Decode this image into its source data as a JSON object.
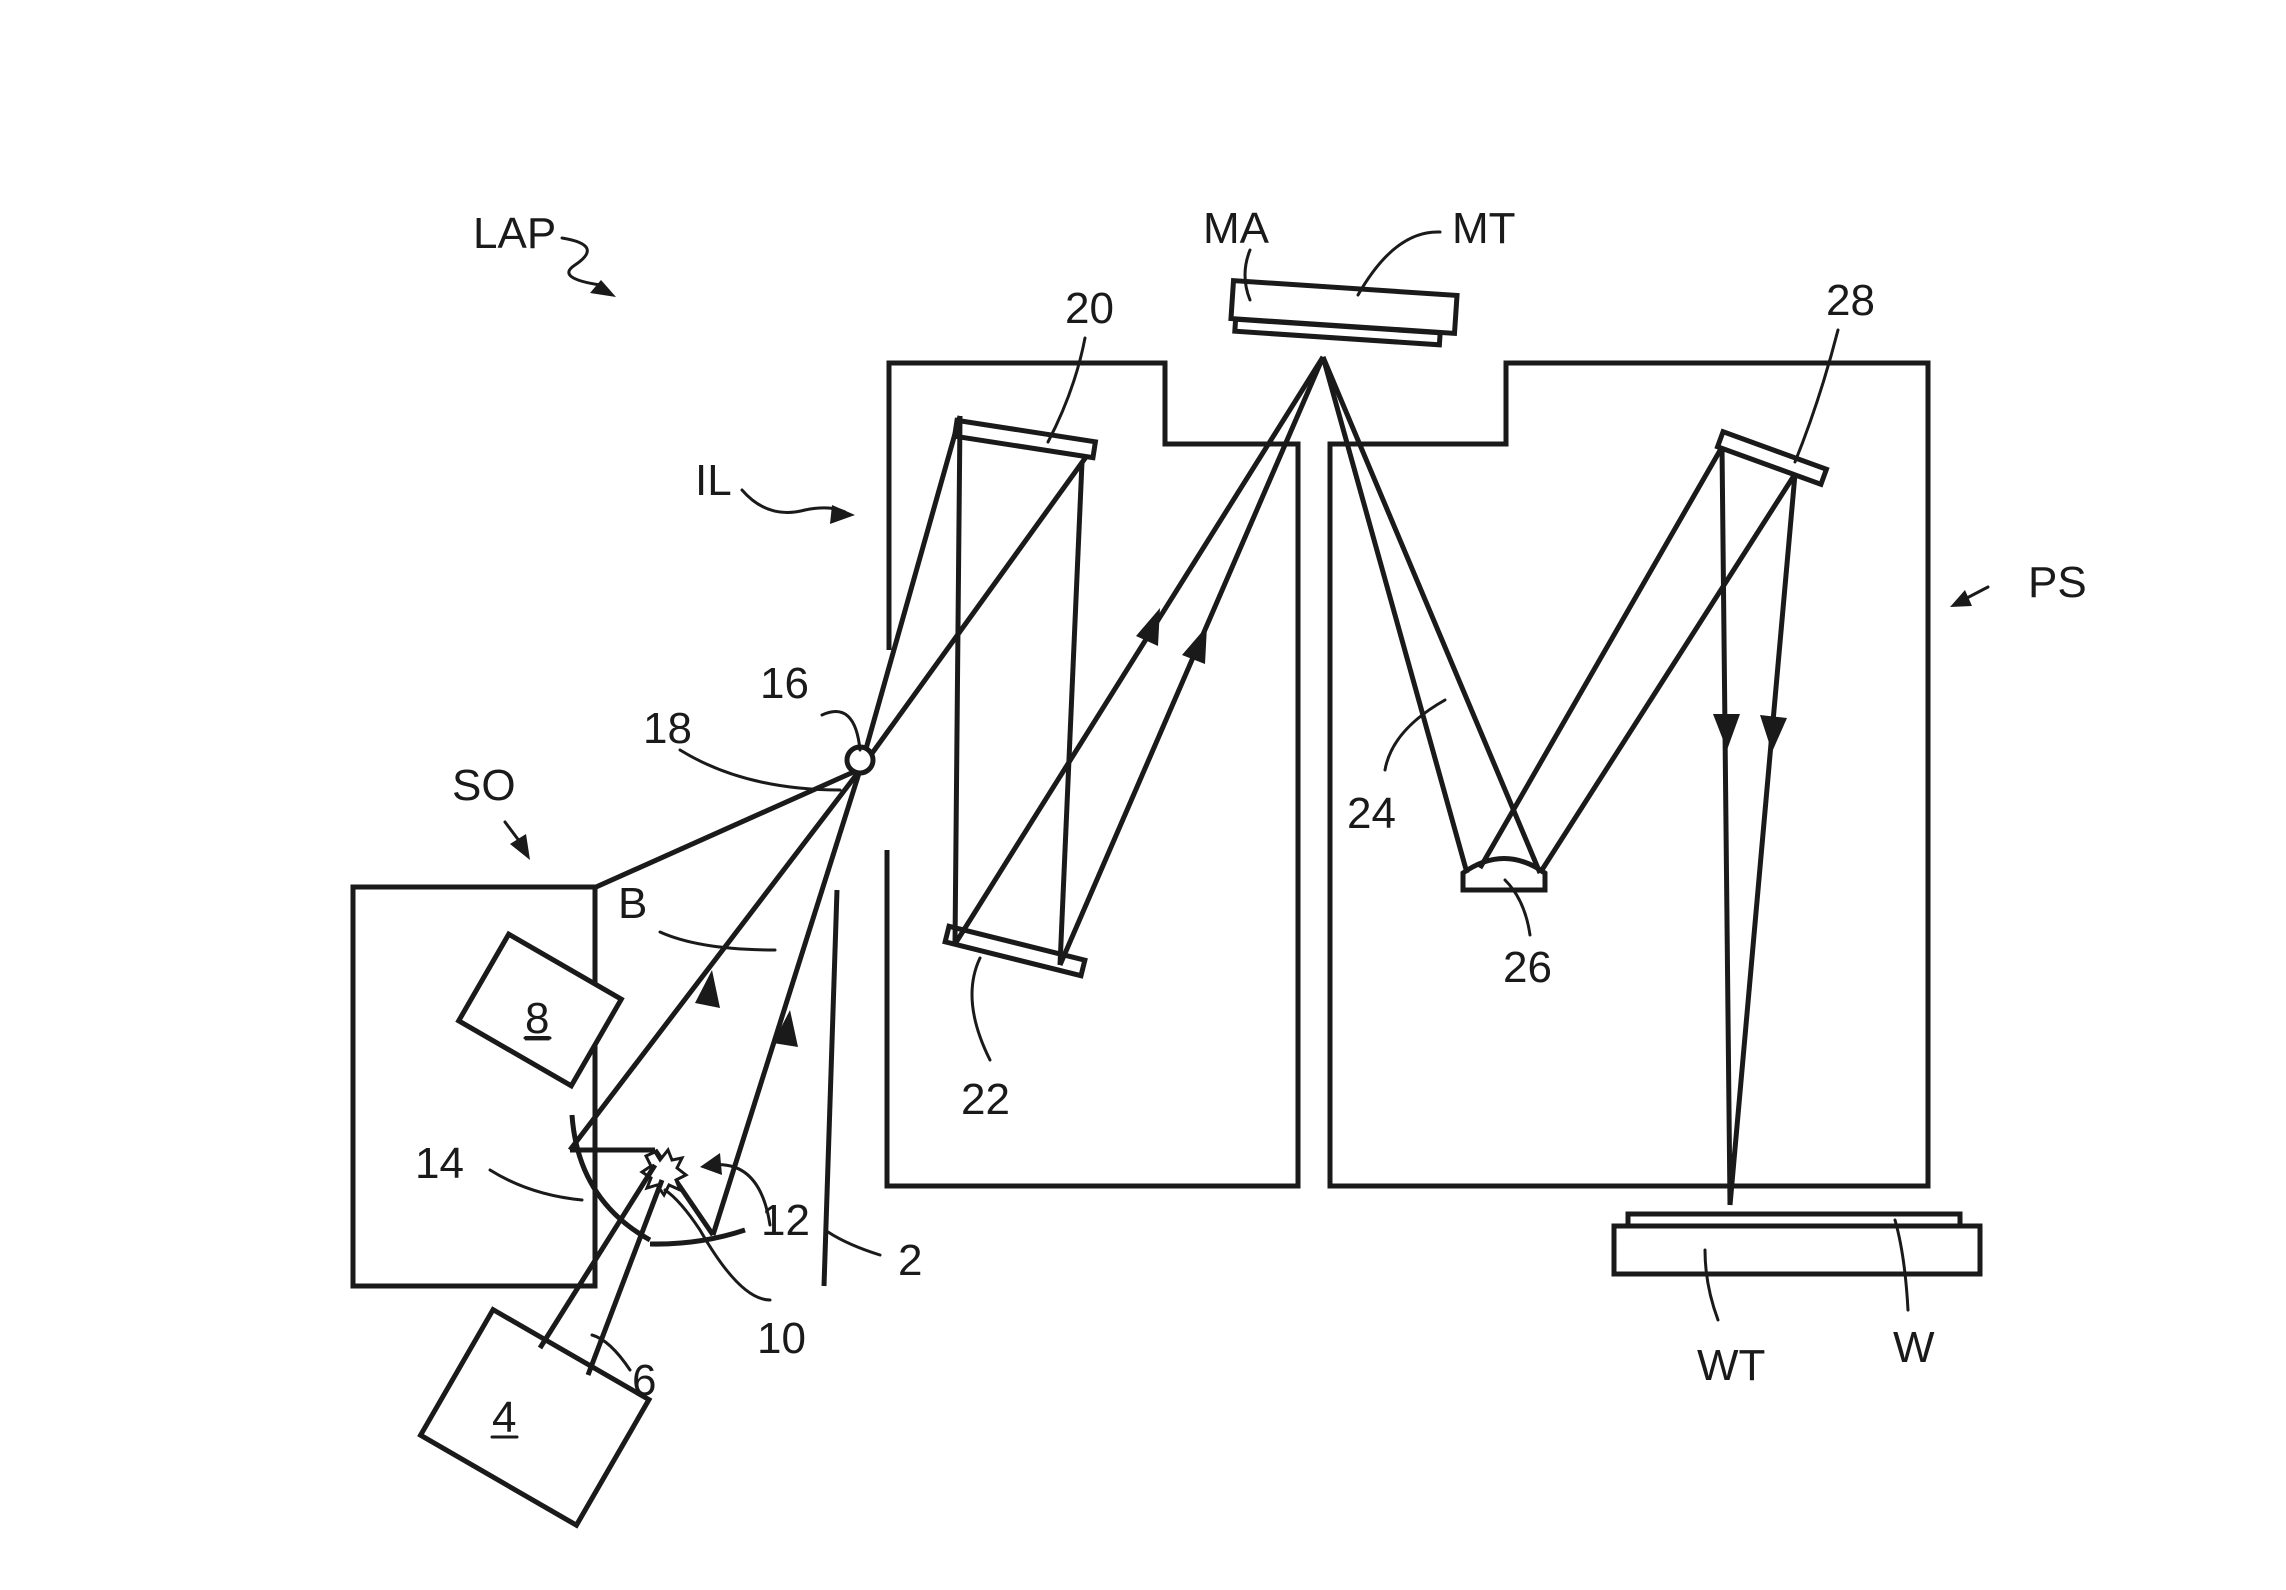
{
  "labels": {
    "lap": "LAP",
    "il": "IL",
    "so": "SO",
    "ps": "PS",
    "ma": "MA",
    "mt": "MT",
    "wt": "WT",
    "w": "W",
    "b": "B",
    "n2": "2",
    "n4": "4",
    "n6": "6",
    "n8": "8",
    "n10": "10",
    "n12": "12",
    "n14": "14",
    "n16": "16",
    "n18": "18",
    "n20": "20",
    "n22": "22",
    "n24": "24",
    "n26": "26",
    "n28": "28"
  }
}
